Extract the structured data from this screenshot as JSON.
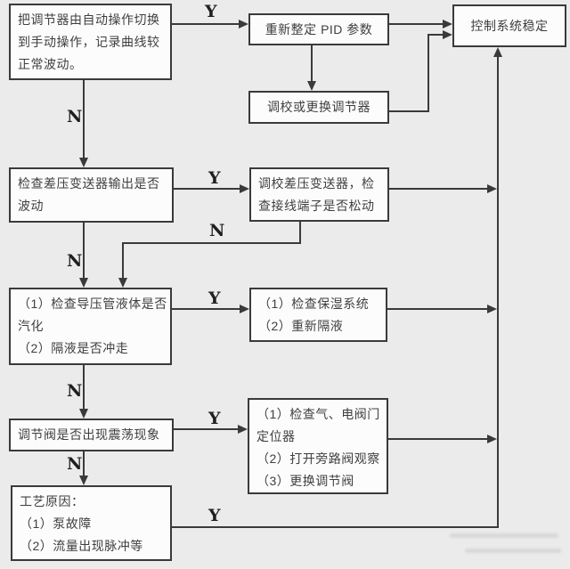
{
  "colors": {
    "background": "#ebebeb",
    "box_background": "#fcfcfc",
    "border": "#3a3a3a",
    "text": "#3f3f3f",
    "branch_label_text": "#1f1f1f"
  },
  "labels": {
    "yes": "Y",
    "no": "N"
  },
  "nodes": {
    "switch_to_manual": {
      "lines": [
        "把调节器由自动操作切换",
        "到手动操作，记录曲线较",
        "正常波动。"
      ]
    },
    "retune_pid": {
      "lines": [
        "重新整定 PID 参数"
      ]
    },
    "recalibrate_or_replace_controller": {
      "lines": [
        "调校或更换调节器"
      ]
    },
    "control_system_stable": {
      "lines": [
        "控制系统稳定"
      ]
    },
    "check_dp_transmitter_output": {
      "lines": [
        "检查差压变送器输出是否",
        "波动"
      ]
    },
    "recalibrate_dp_transmitter": {
      "lines": [
        "调校差压变送器，检",
        "查接线端子是否松动"
      ]
    },
    "check_impulse_line": {
      "lines": [
        "（1）检查导压管液体是否",
        "汽化",
        "（2）隔液是否冲走"
      ]
    },
    "check_insulation_system": {
      "lines": [
        "（1）检查保湿系统",
        "（2）重新隔液"
      ]
    },
    "check_valve_oscillation": {
      "lines": [
        "调节阀是否出现震荡现象"
      ]
    },
    "check_valve_positioner": {
      "lines": [
        "（1）检查气、电阀门",
        "定位器",
        "（2）打开旁路阀观察",
        "（3）更换调节阀"
      ]
    },
    "process_causes": {
      "lines": [
        "工艺原因：",
        "（1）泵故障",
        "（2）流量出现脉冲等"
      ]
    }
  },
  "edges": [
    {
      "from": "switch_to_manual",
      "to": "retune_pid",
      "label": "Y"
    },
    {
      "from": "switch_to_manual",
      "to": "check_dp_transmitter_output",
      "label": "N"
    },
    {
      "from": "retune_pid",
      "to": "control_system_stable",
      "label": ""
    },
    {
      "from": "retune_pid",
      "to": "recalibrate_or_replace_controller",
      "label": ""
    },
    {
      "from": "recalibrate_or_replace_controller",
      "to": "control_system_stable",
      "label": ""
    },
    {
      "from": "check_dp_transmitter_output",
      "to": "recalibrate_dp_transmitter",
      "label": "Y"
    },
    {
      "from": "check_dp_transmitter_output",
      "to": "check_impulse_line",
      "label": "N"
    },
    {
      "from": "recalibrate_dp_transmitter",
      "to": "control_system_stable",
      "label": ""
    },
    {
      "from": "recalibrate_dp_transmitter",
      "to": "check_impulse_line",
      "label": "N"
    },
    {
      "from": "check_impulse_line",
      "to": "check_insulation_system",
      "label": "Y"
    },
    {
      "from": "check_impulse_line",
      "to": "check_valve_oscillation",
      "label": "N"
    },
    {
      "from": "check_insulation_system",
      "to": "control_system_stable",
      "label": ""
    },
    {
      "from": "check_valve_oscillation",
      "to": "check_valve_positioner",
      "label": "Y"
    },
    {
      "from": "check_valve_oscillation",
      "to": "process_causes",
      "label": "N"
    },
    {
      "from": "check_valve_positioner",
      "to": "control_system_stable",
      "label": ""
    },
    {
      "from": "process_causes",
      "to": "control_system_stable",
      "label": "Y"
    }
  ]
}
